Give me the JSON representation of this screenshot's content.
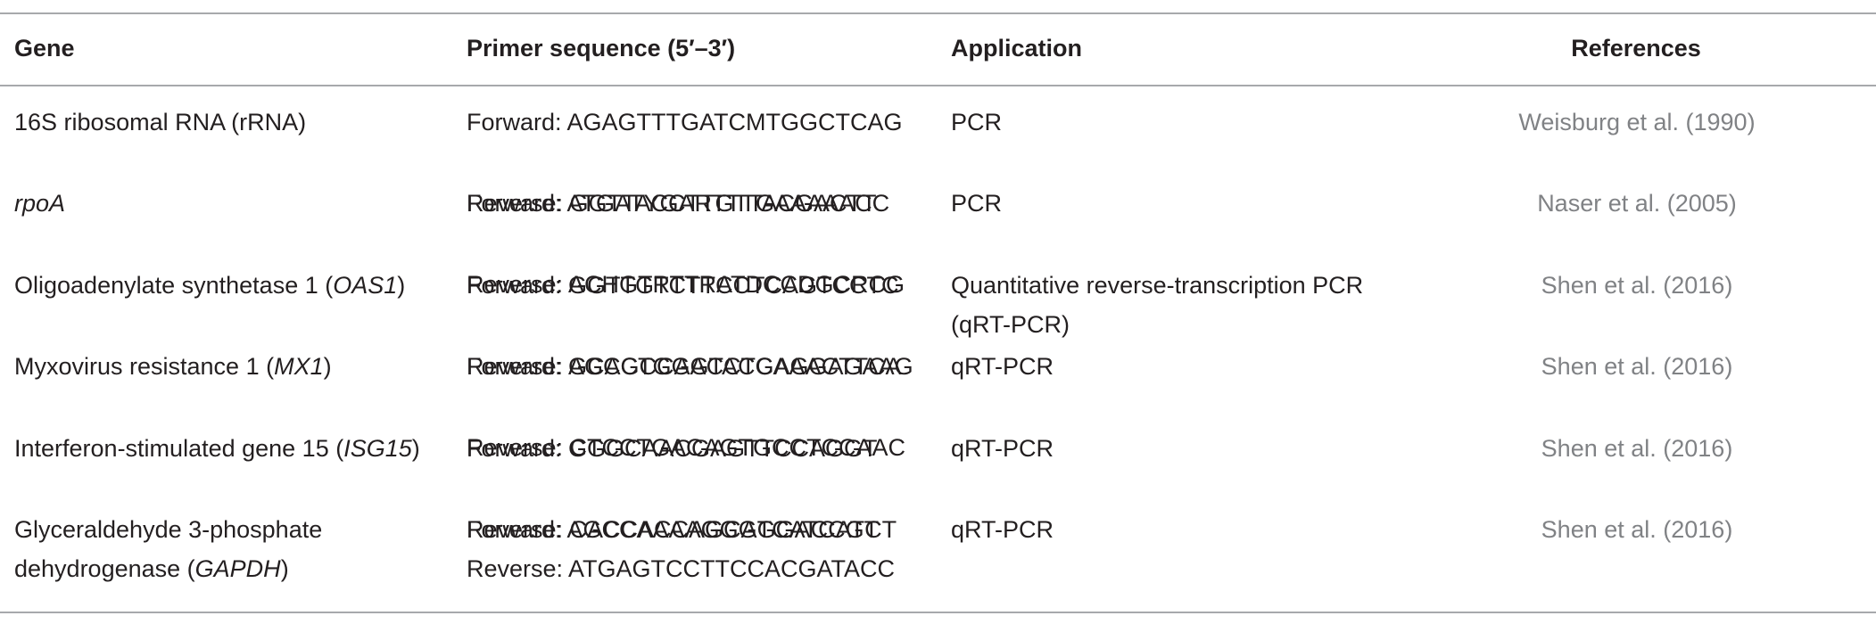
{
  "columns": {
    "gene": "Gene",
    "primer": "Primer sequence (5′–3′)",
    "application": "Application",
    "references": "References"
  },
  "rows": [
    {
      "gene_plain_before": "16S ribosomal RNA (rRNA)",
      "gene_italic": "",
      "gene_plain_after": "",
      "forward": "Forward: AGAGTTTGATCMTGGCTCAG",
      "reverse": "Reverse: GGTTACCTTGTTACGACTT",
      "application_line1": "PCR",
      "application_line2": "",
      "reference": "Weisburg et al. (1990)"
    },
    {
      "gene_plain_before": "",
      "gene_italic": "rpoA",
      "gene_plain_after": "",
      "forward": "Forward: ATGATYGARTTTGAAAAACC",
      "reverse": "Reverse: ACHGTRTTRATDCCDGCRCG",
      "application_line1": "PCR",
      "application_line2": "",
      "reference": "Naser et al. (2005)"
    },
    {
      "gene_plain_before": "Oligoadenylate synthetase 1 (",
      "gene_italic": "OAS1",
      "gene_plain_after": ")",
      "forward": "Forward: GGTTGTCTTCCTCAGTCCTC",
      "reverse": "Reverse: AGCCTGGACCTCAAACTTCA",
      "application_line1": "Quantitative reverse-transcription PCR",
      "application_line2": "(qRT-PCR)",
      "reference": "Shen et al. (2016)"
    },
    {
      "gene_plain_before": "Myxovirus resistance 1 (",
      "gene_italic": "MX1",
      "gene_plain_after": ")",
      "forward": "Forward: GCAGCCAGTACGAGGAGAAG",
      "reverse": "Reverse: CTCCTGACAGTGCCTCCAAC",
      "application_line1": "qRT-PCR",
      "application_line2": "",
      "reference": "Shen et al. (2016)"
    },
    {
      "gene_plain_before": "Interferon-stimulated gene 15 (",
      "gene_italic": "ISG15",
      "gene_plain_after": ")",
      "forward": "Forward: GGGCAACGAGTTCCAGGT",
      "reverse": "Reverse: CACCACCAGCAGGACCGT",
      "application_line1": "qRT-PCR",
      "application_line2": "",
      "reference": "Shen et al. (2016)"
    },
    {
      "gene_line1": "Glyceraldehyde 3-phosphate",
      "gene_plain_before": "dehydrogenase (",
      "gene_italic": "GAPDH",
      "gene_plain_after": ")",
      "forward": "Forward: AGCCAAAAGGGTCATCATCT",
      "reverse": "Reverse: ATGAGTCCTTCCACGATACC",
      "application_line1": "qRT-PCR",
      "application_line2": "",
      "reference": "Shen et al. (2016)"
    }
  ]
}
